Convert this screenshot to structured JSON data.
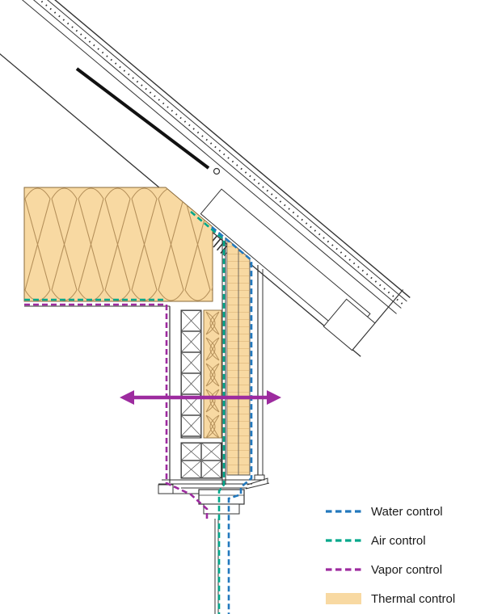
{
  "legend": {
    "items": [
      {
        "id": "water",
        "label": "Water control",
        "color": "#2278bd",
        "swatch": "dashed-line"
      },
      {
        "id": "air",
        "label": "Air control",
        "color": "#00a78b",
        "swatch": "dashed-line"
      },
      {
        "id": "vapor",
        "label": "Vapor control",
        "color": "#9d2b9f",
        "swatch": "dashed-line"
      },
      {
        "id": "thermal",
        "label": "Thermal control",
        "color": "#f8d9a2",
        "swatch": "filled-rect"
      }
    ]
  },
  "diagram": {
    "arrow_color": "#9d2b9f"
  }
}
